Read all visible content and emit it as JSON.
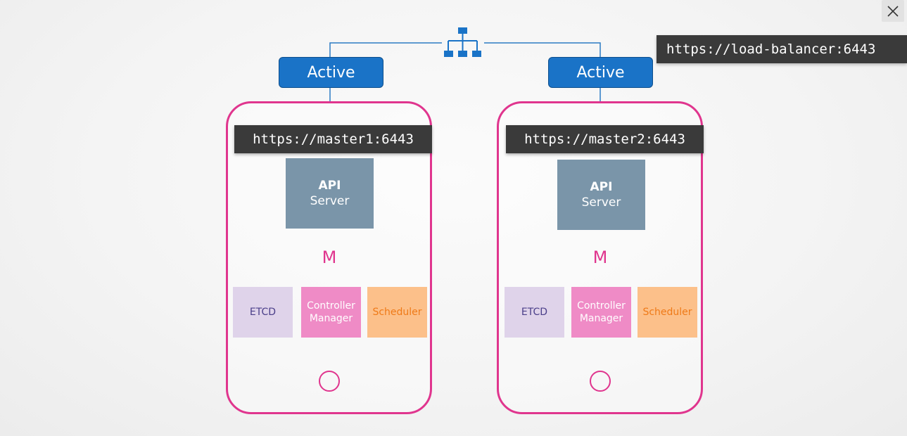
{
  "close_button": {
    "icon": "close-icon"
  },
  "load_balancer": {
    "url": "https://load-balancer:6443",
    "icon": "network-hierarchy-icon",
    "color": "#1a73c7"
  },
  "nodes": [
    {
      "status": "Active",
      "url": "https://master1:6443",
      "api_title": "API",
      "api_subtitle": "Server",
      "label": "M",
      "components": {
        "etcd": "ETCD",
        "controller_line1": "Controller",
        "controller_line2": "Manager",
        "scheduler": "Scheduler"
      }
    },
    {
      "status": "Active",
      "url": "https://master2:6443",
      "api_title": "API",
      "api_subtitle": "Server",
      "label": "M",
      "components": {
        "etcd": "ETCD",
        "controller_line1": "Controller",
        "controller_line2": "Manager",
        "scheduler": "Scheduler"
      }
    }
  ],
  "colors": {
    "node_border": "#e0358e",
    "active_badge": "#1a73c7",
    "api_server": "#7a95a9",
    "etcd": "#dfd3ea",
    "controller_manager": "#ef8bc6",
    "scheduler": "#fcc08a",
    "tag_background": "#3a3a3a"
  }
}
